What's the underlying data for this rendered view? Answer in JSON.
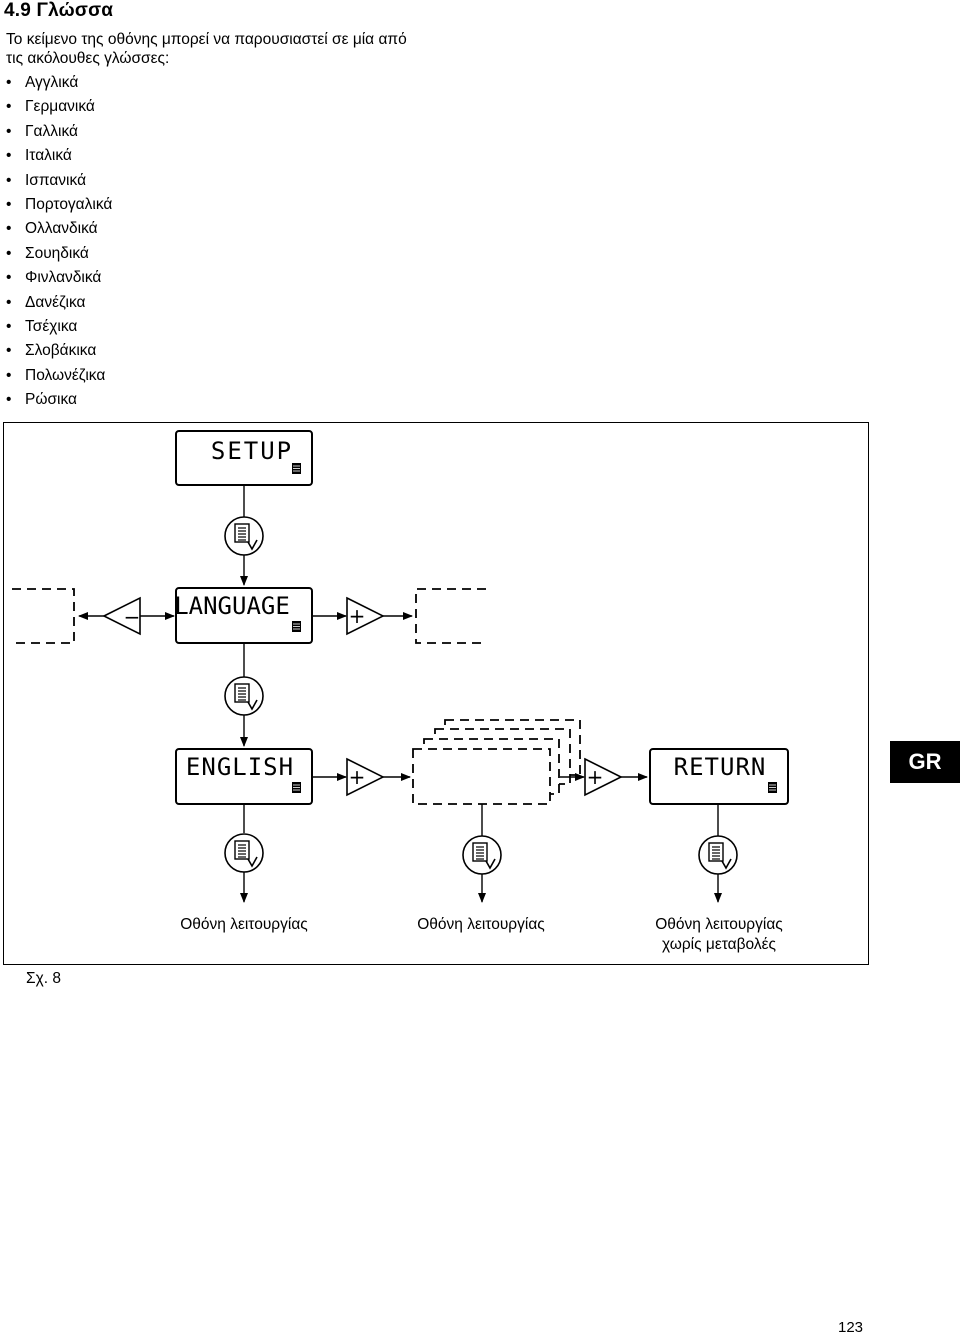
{
  "section": {
    "heading": "4.9 Γλώσσα"
  },
  "intro": {
    "text": "Το κείμενο της οθόνης μπορεί να παρουσιαστεί σε μία από τις ακόλουθες γλώσσες:"
  },
  "bullet": "•",
  "languages": [
    "Αγγλικά",
    "Γερμανικά",
    "Γαλλικά",
    "Ιταλικά",
    "Ισπανικά",
    "Πορτογαλικά",
    "Ολλανδικά",
    "Σουηδικά",
    "Φινλανδικά",
    "Δανέζικα",
    "Τσέχικα",
    "Σλοβάκικα",
    "Πολωνέζικα",
    "Ρώσικα"
  ],
  "diagram": {
    "screens": {
      "setup": "SETUP",
      "language": "LANGUAGE",
      "english": "ENGLISH",
      "return": "RETURN"
    },
    "buttons": {
      "minus": "−",
      "plus": "+"
    },
    "confirm_icon": "menu-enter-icon",
    "captions": {
      "operation_1": "Οθόνη λειτουργίας",
      "operation_2": "Οθόνη λειτουργίας",
      "operation_3_line1": "Οθόνη λειτουργίας",
      "operation_3_line2": "χωρίς μεταβολές"
    }
  },
  "figure_label": "Σχ. 8",
  "country_badge": "GR",
  "page_number": "123"
}
